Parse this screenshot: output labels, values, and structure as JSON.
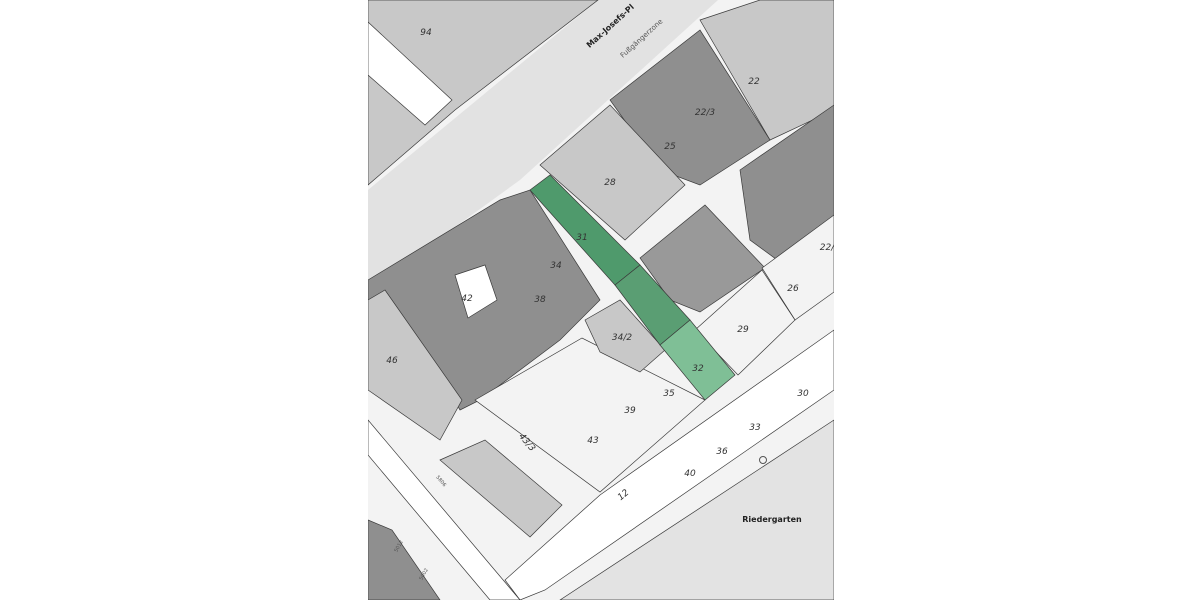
{
  "map": {
    "streets": {
      "main_street": "Max-Josefs-Pl",
      "pedestrian_zone": "Fußgängerzone",
      "park": "Riedergarten",
      "lower_street_number": "12"
    },
    "parcels": {
      "p94": "94",
      "p22": "22",
      "p22_3": "22/3",
      "p25": "25",
      "p28": "28",
      "p31": "31",
      "p34": "34",
      "p38": "38",
      "p42": "42",
      "p46": "46",
      "p26": "26",
      "p29": "29",
      "p22a": "22/",
      "p34_2": "34/2",
      "p32": "32",
      "p35": "35",
      "p39": "39",
      "p43": "43",
      "p43_3": "43/3",
      "p30": "30",
      "p33": "33",
      "p36": "36",
      "p40": "40",
      "p5806": "5806",
      "p5012": "5012",
      "p5002": "5002"
    },
    "colors": {
      "street": "#e2e2e2",
      "building_dark": "#8f8f8f",
      "building_light": "#c8c8c8",
      "parcel_open": "#f3f3f3",
      "highlight_dark": "#4f9a6c",
      "highlight_light": "#7fbf96"
    }
  }
}
